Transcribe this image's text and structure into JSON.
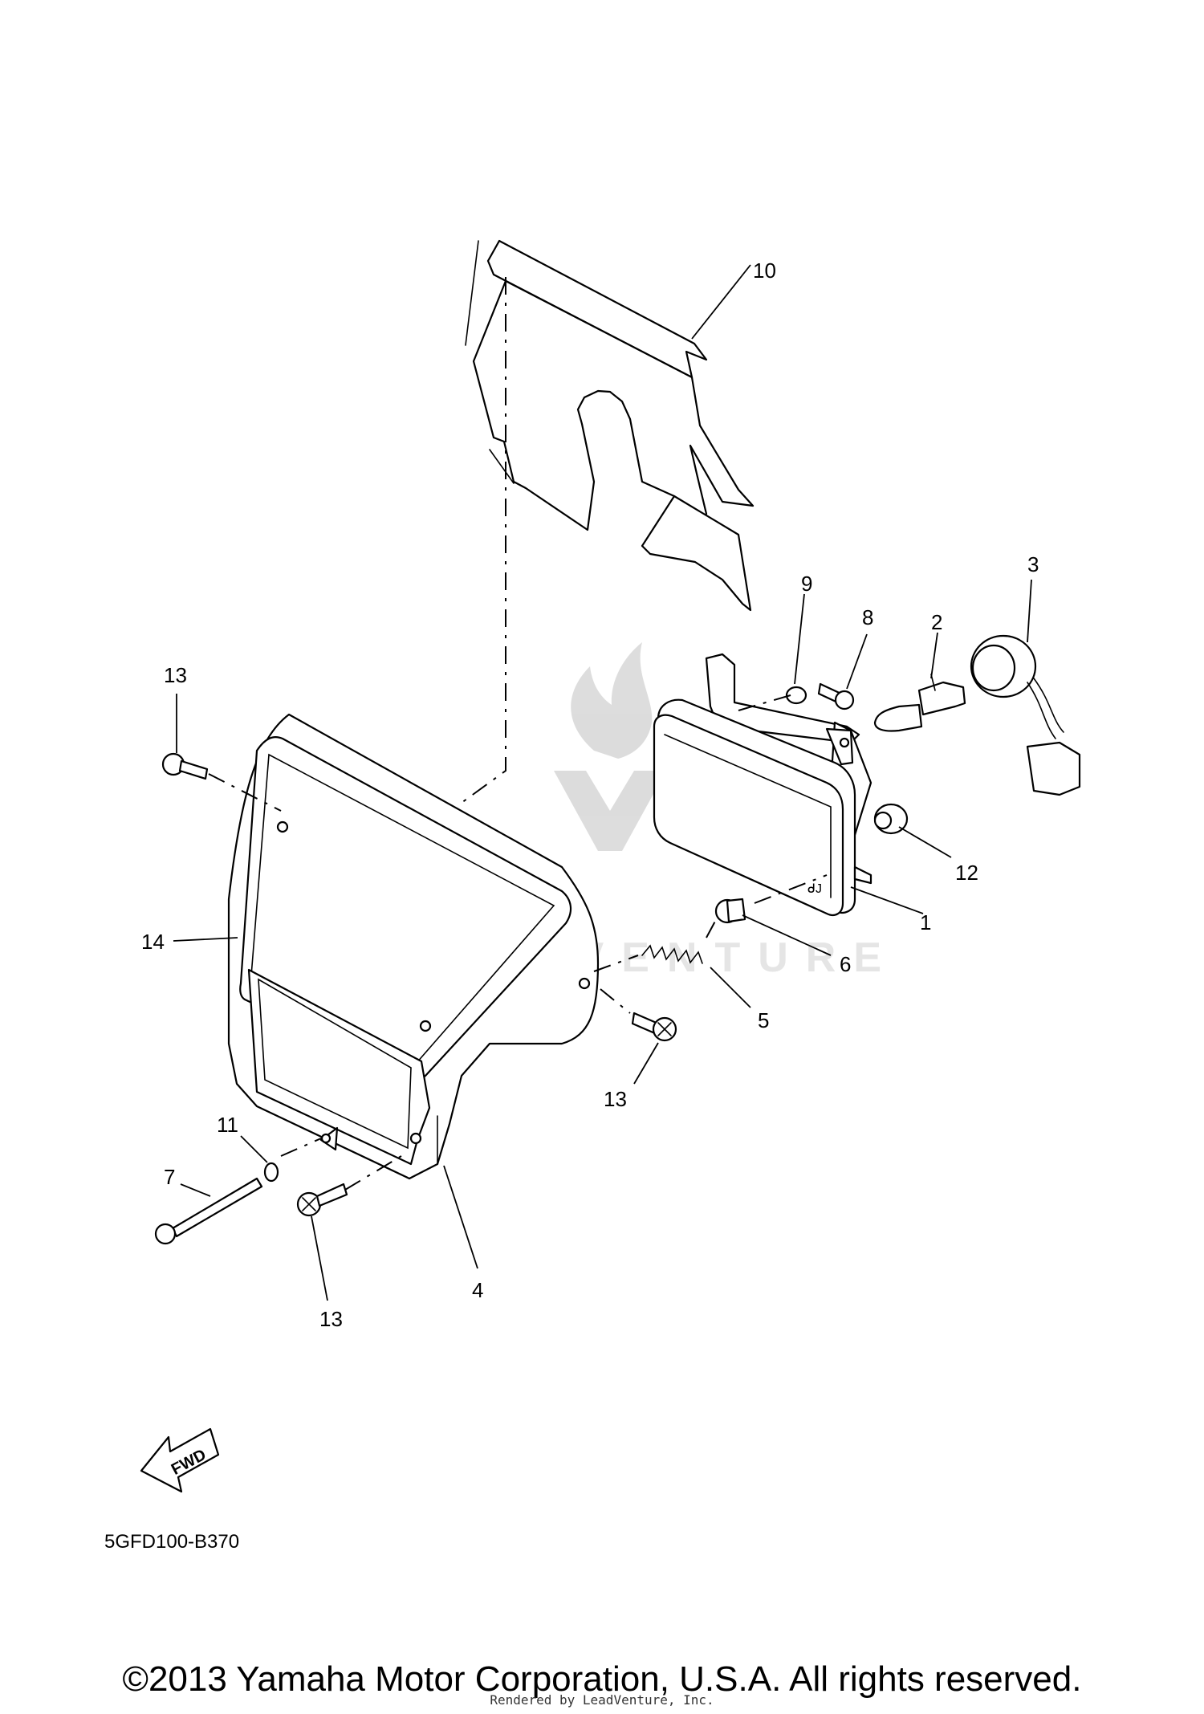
{
  "diagram": {
    "callouts": {
      "c1": "1",
      "c2": "2",
      "c3": "3",
      "c4": "4",
      "c5": "5",
      "c6": "6",
      "c7": "7",
      "c8": "8",
      "c9": "9",
      "c10": "10",
      "c11": "11",
      "c12": "12",
      "c13a": "13",
      "c13b": "13",
      "c13c": "13",
      "c14": "14"
    },
    "fwd_label": "FWD",
    "part_code": "5GFD100-B370"
  },
  "watermark": {
    "text": "LEADVENTURE",
    "icon": "leadventure-flame-logo"
  },
  "footer": {
    "copyright": "©2013 Yamaha Motor Corporation, U.S.A. All rights reserved.",
    "rendered_by": "Rendered by LeadVenture, Inc."
  }
}
